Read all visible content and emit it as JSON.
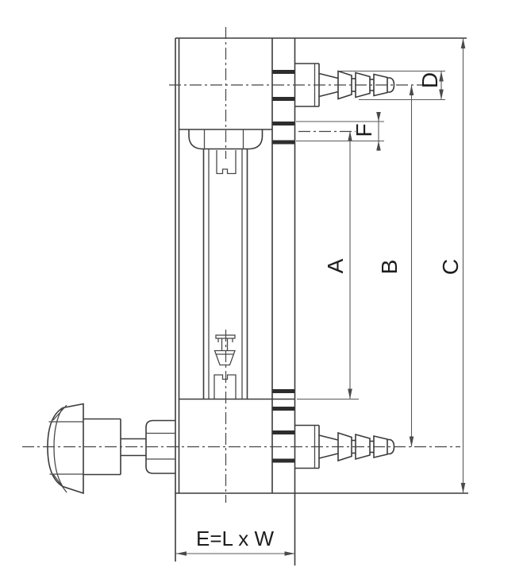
{
  "labels": {
    "dim_a": "A",
    "dim_b": "B",
    "dim_c": "C",
    "dim_d": "D",
    "dim_f": "F",
    "dim_e": "E=L x W"
  },
  "colors": {
    "line": "#3b3b3b",
    "dimension": "#5a5a5a",
    "text": "#1e1e1e",
    "background": "#ffffff"
  }
}
